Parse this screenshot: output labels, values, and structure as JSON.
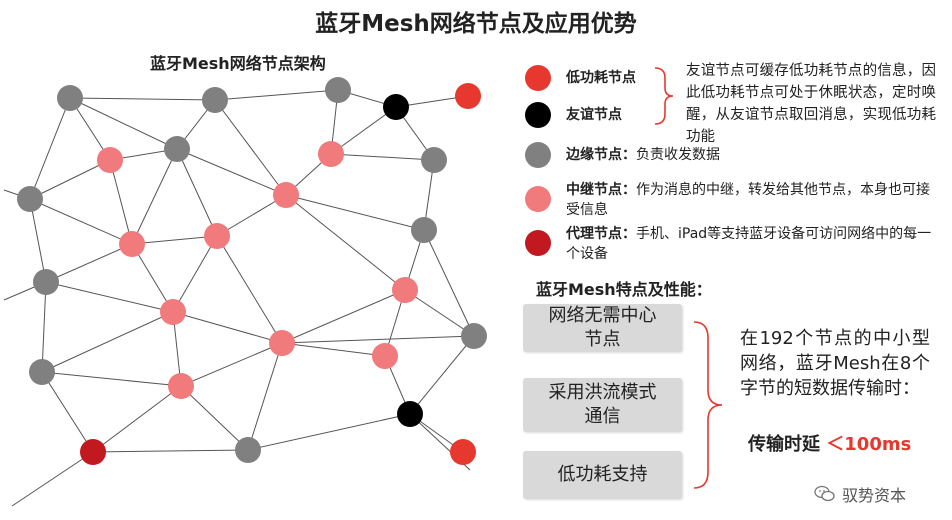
{
  "title": "蓝牙Mesh网络节点及应用优势",
  "diagram": {
    "subtitle": "蓝牙Mesh网络节点架构"
  },
  "colors": {
    "low_power": "#e6382e",
    "friend": "#000000",
    "edge": "#808080",
    "relay": "#f07a7c",
    "proxy": "#c1191f",
    "edge_line": "#555555"
  },
  "legend": {
    "low_power": {
      "label": "低功耗节点"
    },
    "friend": {
      "label": "友谊节点"
    },
    "friend_desc": "友谊节点可缓存低功耗节点的信息，因此低功耗节点可处于休眠状态，定时唤醒，从友谊节点取回消息，实现低功耗功能",
    "edge": {
      "label": "边缘节点：",
      "desc": "负责收发数据"
    },
    "relay": {
      "label": "中继节点：",
      "desc": "作为消息的中继，转发给其他节点，本身也可接受信息"
    },
    "proxy": {
      "label": "代理节点：",
      "desc": "手机、iPad等支持蓝牙设备可访问网络中的每一个设备"
    }
  },
  "features": {
    "title": "蓝牙Mesh特点及性能：",
    "items": [
      "网络无需中心节点",
      "采用洪流模式通信",
      "低功耗支持"
    ],
    "perf_text": "在192个节点的中小型网络，蓝牙Mesh在8个字节的短数据传输时：",
    "latency_label": "传输时延",
    "latency_value": "＜100ms"
  },
  "watermark": "驭势资本"
}
